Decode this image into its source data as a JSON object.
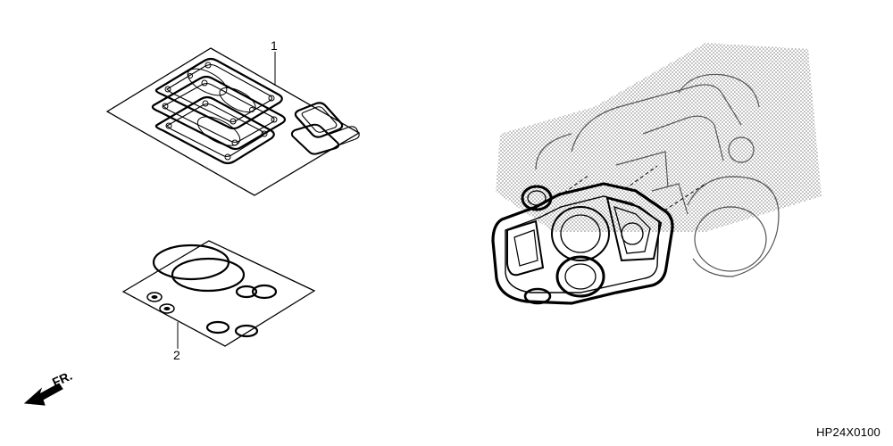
{
  "diagram": {
    "callouts": [
      {
        "label": "1"
      },
      {
        "label": "2"
      }
    ],
    "front_indicator": "FR.",
    "reference_code": "HP24X0100",
    "icons": {
      "front_arrow": "arrow-left-down-icon"
    }
  }
}
